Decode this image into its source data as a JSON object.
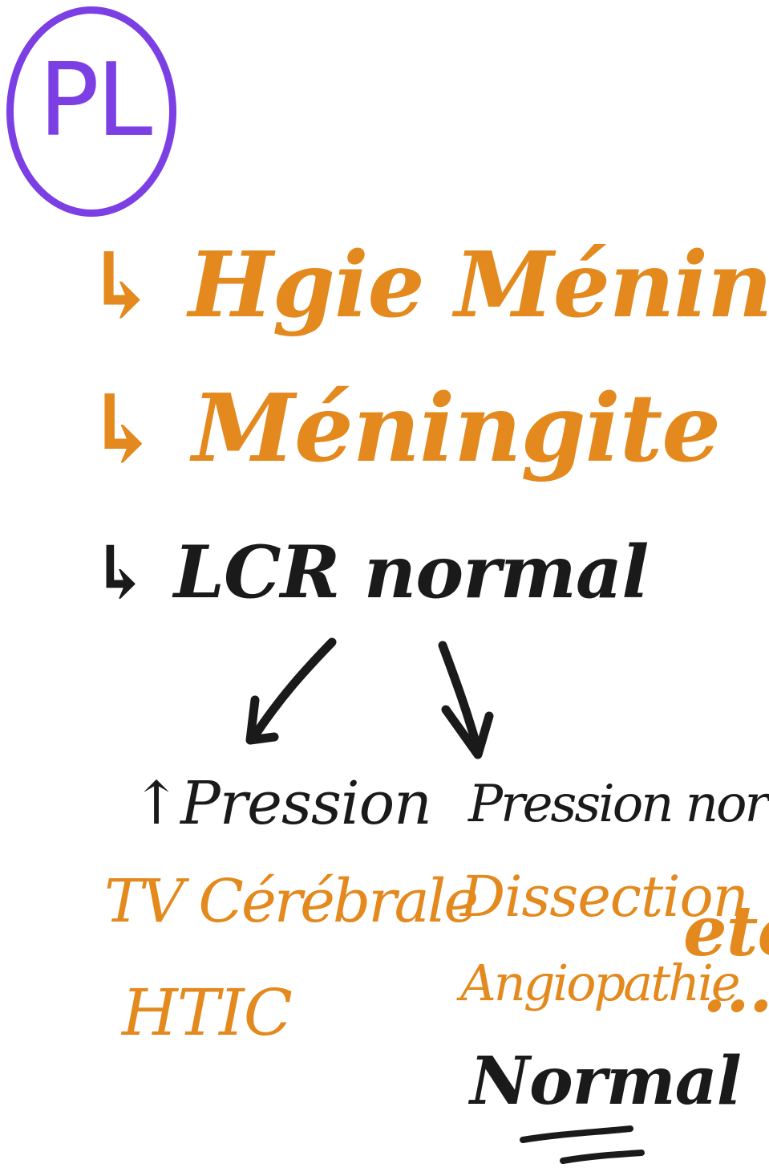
{
  "badge": {
    "text": "PL"
  },
  "lines": {
    "hemorrhage": "↳ Hgie Méningée",
    "meningitis": "↳ Méningite",
    "csf": "↳ LCR normal"
  },
  "branches": {
    "left": {
      "heading": "↑Pression",
      "items": [
        "TV Cérébrale",
        "HTIC"
      ]
    },
    "right": {
      "heading": "Pression normale",
      "items": [
        "Dissection",
        "Angiopathie",
        "Normal"
      ]
    }
  },
  "extra": {
    "etc": "etc",
    "dots": "..."
  },
  "colors": {
    "orange": "#e3891d",
    "black": "#1a1a1a",
    "purple": "#7b3fe4"
  }
}
